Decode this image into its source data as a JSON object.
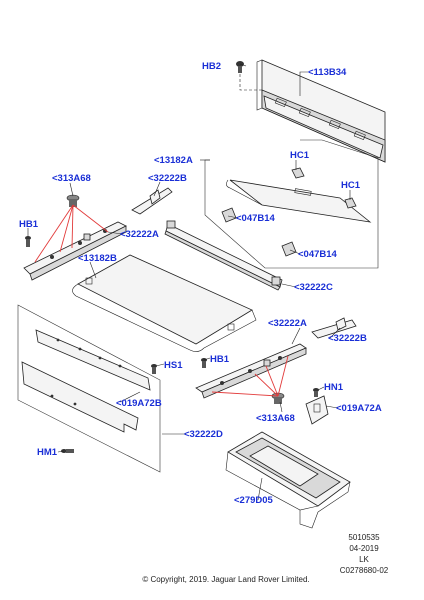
{
  "callouts": {
    "hb2": "HB2",
    "p113b34": "<113B34",
    "p13182a": "<13182A",
    "hc1_top": "HC1",
    "hc1_right": "HC1",
    "p313a68_top": "<313A68",
    "p32222b_top": "<32222B",
    "hb1_left": "HB1",
    "p32222a_left": "<32222A",
    "p047b14_top": "<047B14",
    "p047b14_bottom": "<047B14",
    "p13182b": "<13182B",
    "p32222c": "<32222C",
    "p32222a_right": "<32222A",
    "p32222b_right": "<32222B",
    "hs1": "HS1",
    "hb1_mid": "HB1",
    "hn1": "HN1",
    "p019a72b": "<019A72B",
    "p019a72a": "<019A72A",
    "p313a68_bottom": "<313A68",
    "p32222d": "<32222D",
    "hm1": "HM1",
    "p279d05": "<279D05"
  },
  "meta": {
    "ref_number": "5010535",
    "date": "04-2019",
    "initials": "LK",
    "drawing_code": "C0278680-02",
    "copyright": "© Copyright, 2019. Jaguar Land Rover Limited."
  },
  "colors": {
    "callout_text": "#1a2fd6",
    "highlight_lines": "#e23b3b"
  }
}
